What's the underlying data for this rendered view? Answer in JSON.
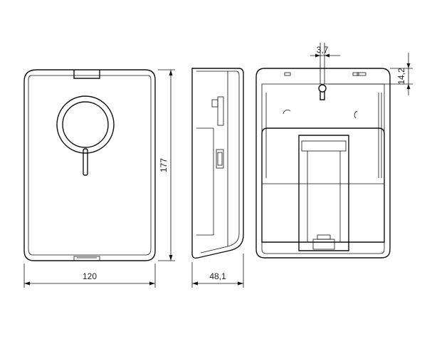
{
  "dimensions": {
    "front_width": "120",
    "front_height": "177",
    "side_depth": "48,1",
    "hole_width": "3,7",
    "hole_offset": "14,2"
  },
  "colors": {
    "line": "#111111",
    "background": "#ffffff"
  }
}
